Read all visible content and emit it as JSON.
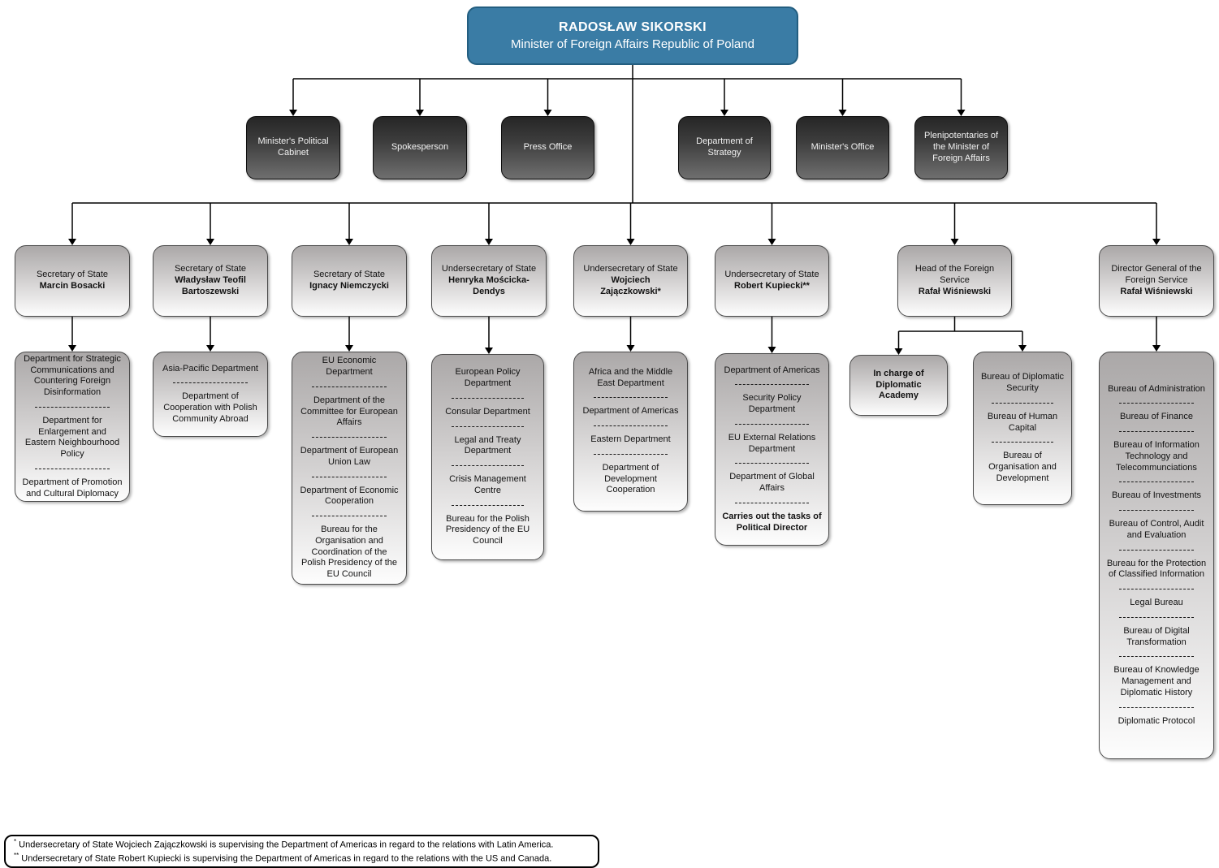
{
  "minister": {
    "name": "RADOSŁAW SIKORSKI",
    "title": "Minister of Foreign Affairs Republic of Poland"
  },
  "offices": [
    {
      "label": "Minister's Political Cabinet"
    },
    {
      "label": "Spokesperson"
    },
    {
      "label": "Press Office"
    },
    {
      "label": "Department of Strategy"
    },
    {
      "label": "Minister's Office"
    },
    {
      "label": "Plenipotentaries of the Minister of Foreign Affairs"
    }
  ],
  "officials": [
    {
      "title": "Secretary of State",
      "name": "Marcin Bosacki",
      "departments": [
        "Department for Strategic Communications and Countering Foreign Disinformation",
        "Department for Enlargement and Eastern Neighbourhood Policy",
        "Department of Promotion and Cultural Diplomacy"
      ]
    },
    {
      "title": "Secretary of State",
      "name": "Władysław Teofil Bartoszewski",
      "departments": [
        "Asia-Pacific Department",
        "Department of Cooperation with Polish Community Abroad"
      ]
    },
    {
      "title": "Secretary of State",
      "name": "Ignacy Niemczycki",
      "departments": [
        "EU Economic Department",
        "Department of the Committee for European Affairs",
        "Department of European Union Law",
        "Department of Economic Cooperation",
        "Bureau for the Organisation and Coordination of the Polish Presidency of the EU Council"
      ]
    },
    {
      "title": "Undersecretary of State",
      "name": "Henryka Mościcka-Dendys",
      "departments": [
        "European Policy Department",
        "Consular Department",
        "Legal and Treaty Department",
        "Crisis Management Centre",
        "Bureau for the Polish Presidency of the EU Council"
      ]
    },
    {
      "title": "Undersecretary of State",
      "name": "Wojciech Zajączkowski*",
      "departments": [
        "Africa and the Middle East Department",
        "Department of Americas",
        "Eastern Department",
        "Department of Development Cooperation"
      ]
    },
    {
      "title": "Undersecretary of State",
      "name": "Robert Kupiecki**",
      "departments": [
        "Department of Americas",
        "Security Policy Department",
        "EU External Relations Department",
        "Department of Global Affairs"
      ],
      "note": "Carries out the tasks of Political Director"
    },
    {
      "title": "Head of the Foreign Service",
      "name": "Rafał Wiśniewski",
      "special": "In charge of Diplomatic Academy",
      "departments": [
        "Bureau of Diplomatic Security",
        "Bureau of Human Capital",
        "Bureau of Organisation and Development"
      ]
    },
    {
      "title": "Director General of the Foreign Service",
      "name": "Rafał Wiśniewski",
      "departments": [
        "Bureau of Administration",
        "Bureau of Finance",
        "Bureau of Information Technology and Telecommunciations",
        "Bureau of Investments",
        "Bureau of Control, Audit and Evaluation",
        "Bureau for the Protection of Classified Information",
        "Legal Bureau",
        "Bureau of Digital Transformation",
        "Bureau of Knowledge Management and Diplomatic History",
        "Diplomatic Protocol"
      ]
    }
  ],
  "footnotes": [
    {
      "marker": "*",
      "text": " Undersecretary of State Wojciech Zajączkowski is supervising the Department of Americas in regard to the relations with Latin America."
    },
    {
      "marker": "**",
      "text": " Undersecretary of State Robert Kupiecki is supervising the Department of Americas in regard to the relations with the US and Canada."
    }
  ],
  "colors": {
    "accent_blue": "#3a7ca5",
    "accent_blue_border": "#235e80",
    "box_dark_top": "#262626",
    "box_dark_bottom": "#6f6f6f",
    "box_light_top": "#aba8a8",
    "box_light_bottom": "#fdfdfd",
    "line": "#000000"
  }
}
